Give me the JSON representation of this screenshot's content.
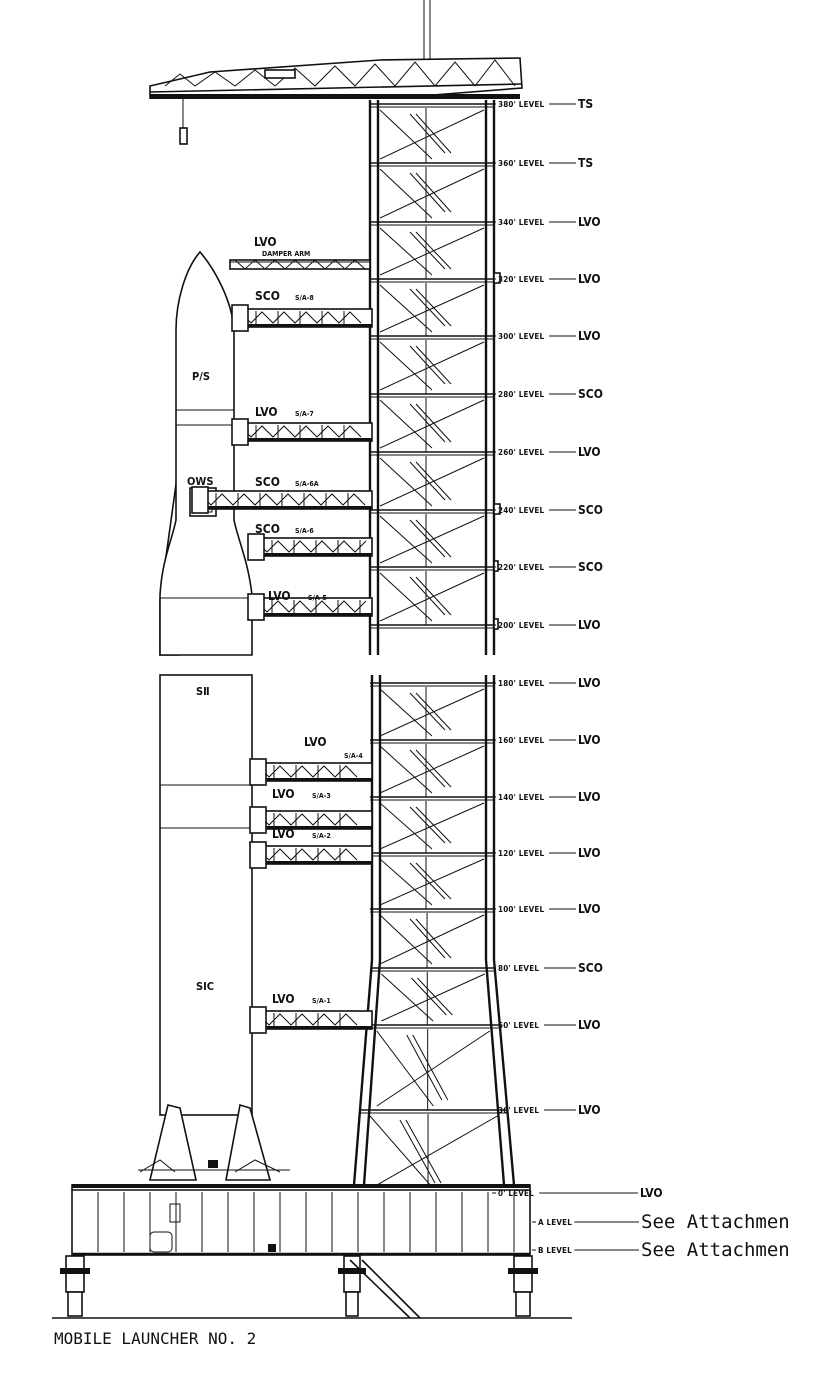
{
  "caption": "MOBILE LAUNCHER NO. 2",
  "vehicle": {
    "stages": [
      "P/S",
      "OWS",
      "SⅡ",
      "SIC"
    ]
  },
  "damper_arm": {
    "code": "LVO",
    "label": "DAMPER ARM"
  },
  "service_arms": [
    {
      "code": "SCO",
      "arm": "S/A-8"
    },
    {
      "code": "LVO",
      "arm": "S/A-7"
    },
    {
      "code": "SCO",
      "arm": "S/A-6A"
    },
    {
      "code": "SCO",
      "arm": "S/A-6"
    },
    {
      "code": "LVO",
      "arm": "S/A-5"
    },
    {
      "code": "LVO",
      "arm": "S/A-4"
    },
    {
      "code": "LVO",
      "arm": "S/A-3"
    },
    {
      "code": "LVO",
      "arm": "S/A-2"
    },
    {
      "code": "LVO",
      "arm": "S/A-1"
    }
  ],
  "levels": [
    {
      "label": "380' LEVEL",
      "code": "TS"
    },
    {
      "label": "360' LEVEL",
      "code": "TS"
    },
    {
      "label": "340' LEVEL",
      "code": "LVO"
    },
    {
      "label": "320' LEVEL",
      "code": "LVO"
    },
    {
      "label": "300' LEVEL",
      "code": "LVO"
    },
    {
      "label": "280' LEVEL",
      "code": "SCO"
    },
    {
      "label": "260' LEVEL",
      "code": "LVO"
    },
    {
      "label": "240' LEVEL",
      "code": "SCO"
    },
    {
      "label": "220' LEVEL",
      "code": "SCO"
    },
    {
      "label": "200' LEVEL",
      "code": "LVO"
    },
    {
      "label": "180' LEVEL",
      "code": "LVO"
    },
    {
      "label": "160' LEVEL",
      "code": "LVO"
    },
    {
      "label": "140' LEVEL",
      "code": "LVO"
    },
    {
      "label": "120' LEVEL",
      "code": "LVO"
    },
    {
      "label": "100' LEVEL",
      "code": "LVO"
    },
    {
      "label": "80' LEVEL",
      "code": "SCO"
    },
    {
      "label": "60' LEVEL",
      "code": "LVO"
    },
    {
      "label": "30' LEVEL",
      "code": "LVO"
    },
    {
      "label": "0' LEVEL",
      "code": "LVO"
    },
    {
      "label": "A LEVEL",
      "code": "See Attachmen"
    },
    {
      "label": "B LEVEL",
      "code": "See Attachmen"
    }
  ]
}
